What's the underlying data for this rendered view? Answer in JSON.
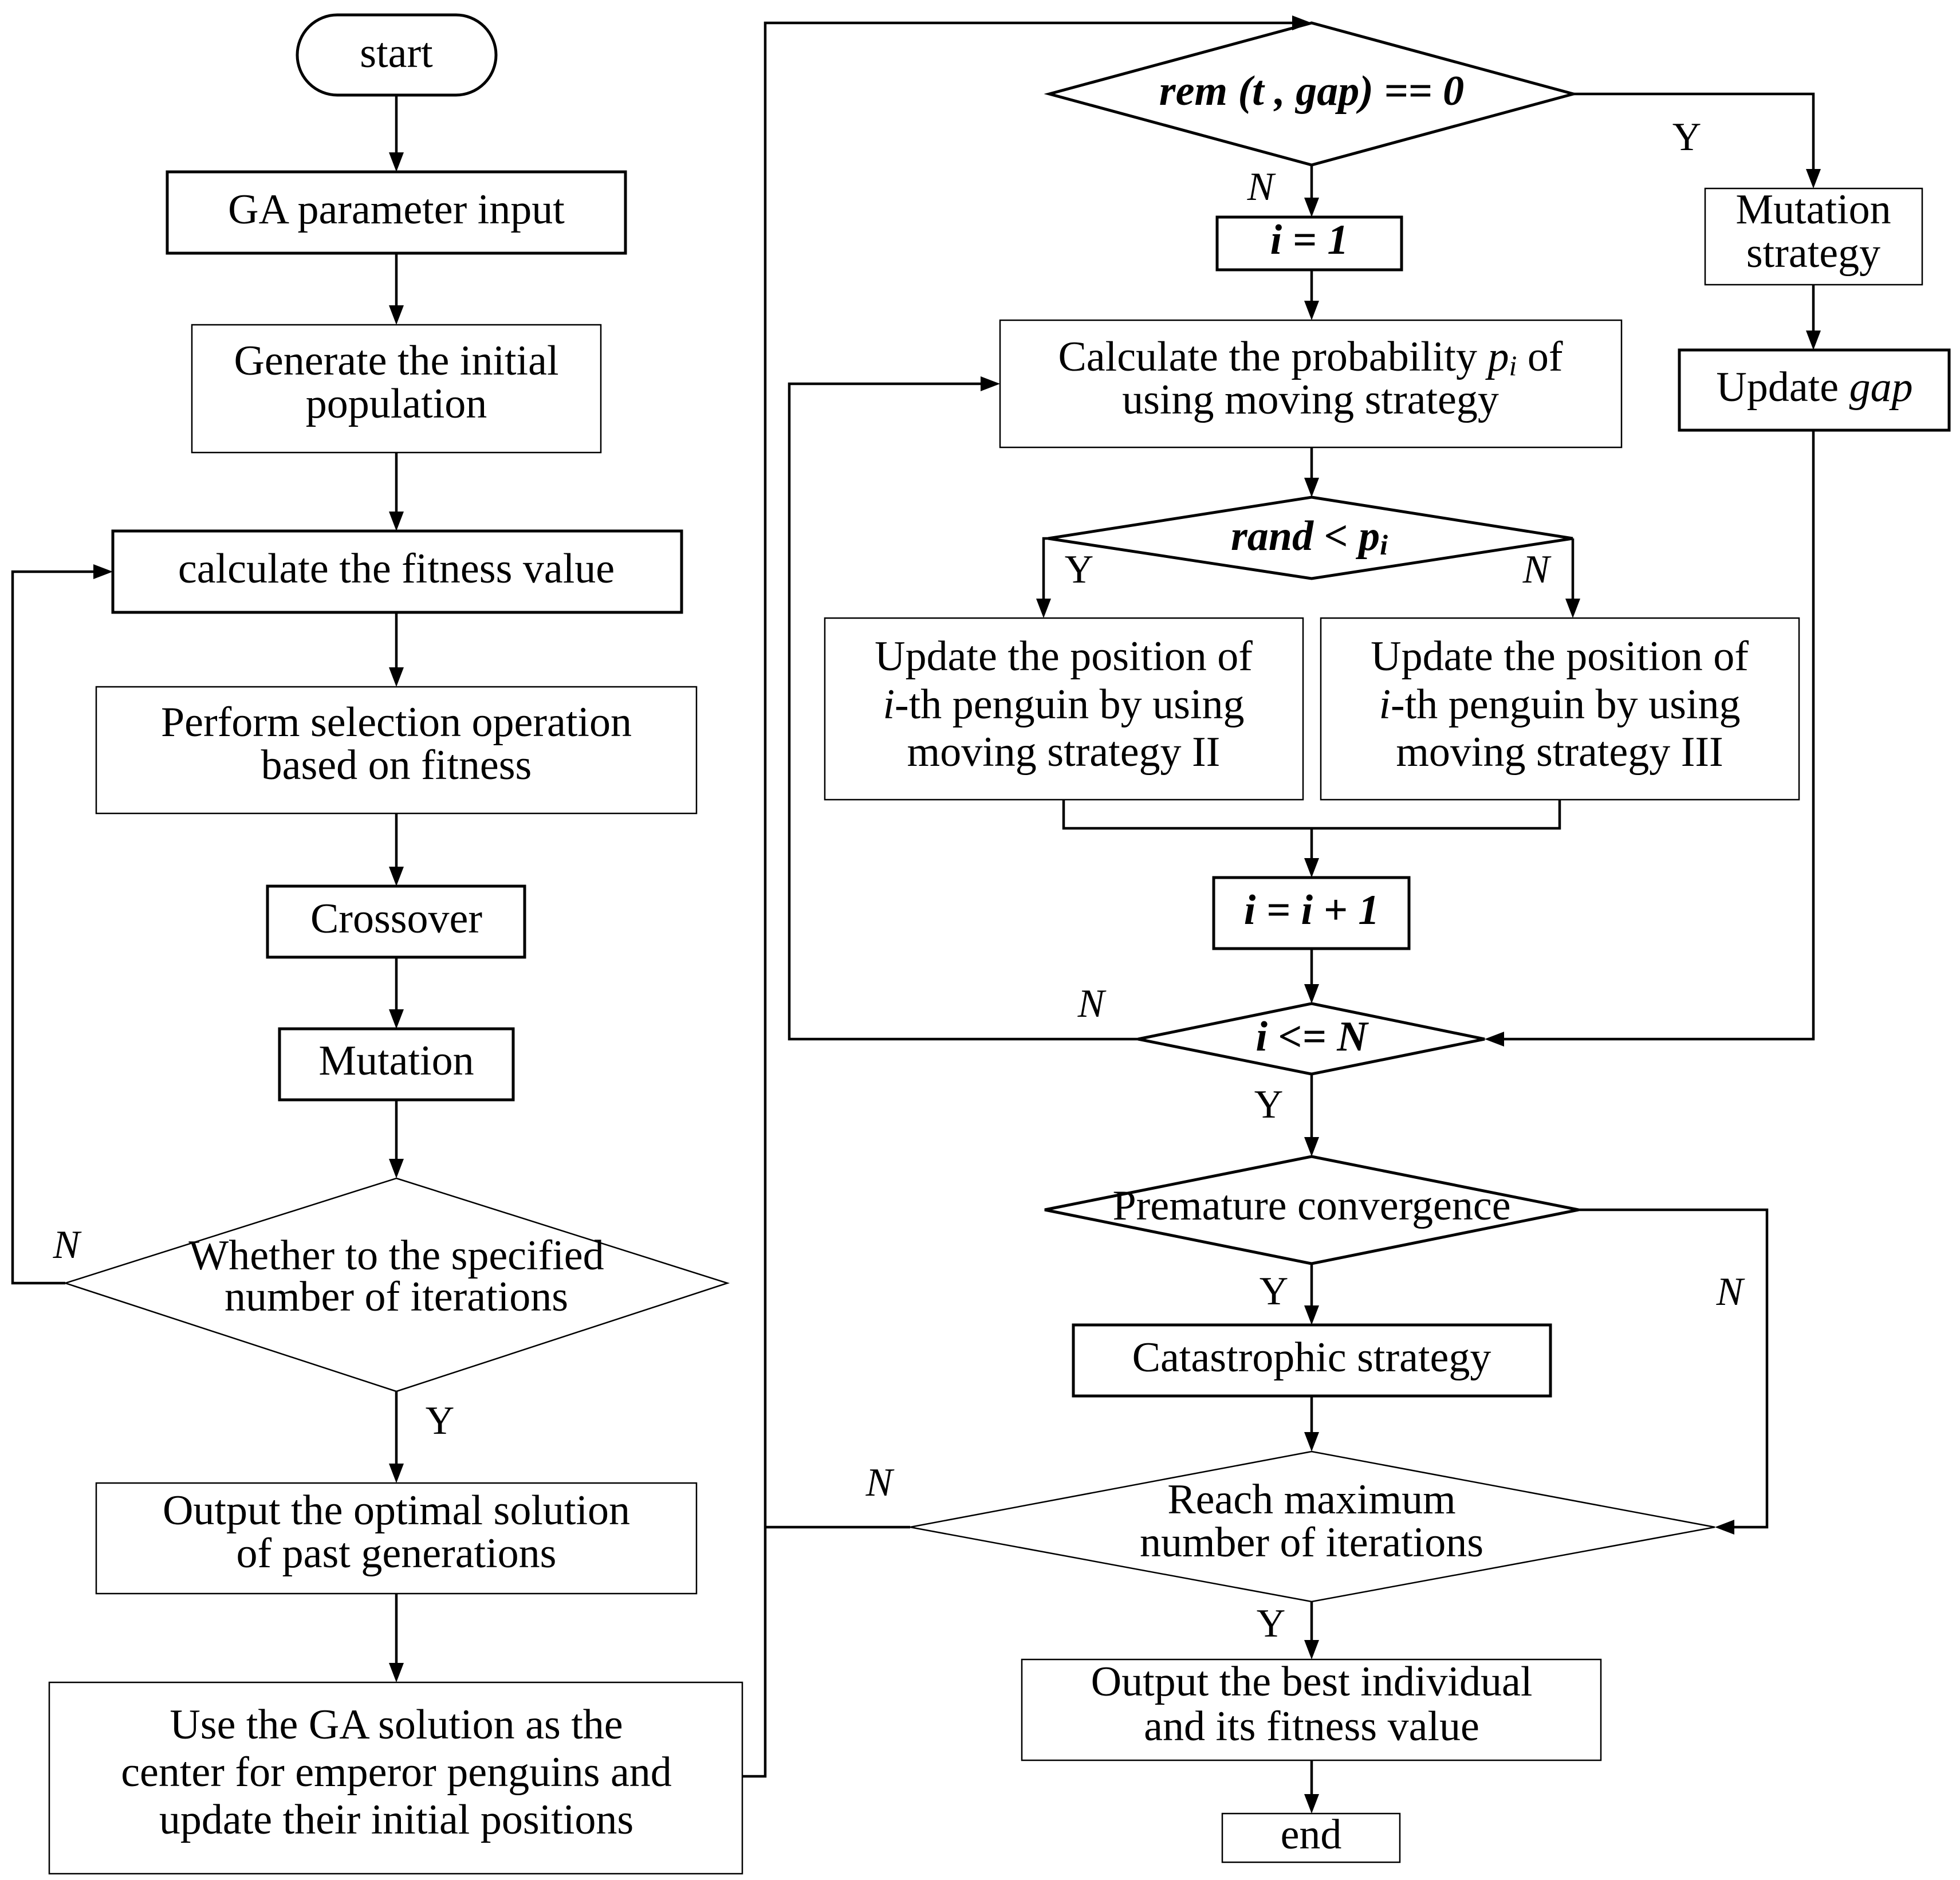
{
  "nodes": {
    "start": "start",
    "ga_param": "GA parameter input",
    "gen_init_1": "Generate the initial",
    "gen_init_2": "population",
    "calc_fit": "calculate the fitness value",
    "perform_sel_1": "Perform selection operation",
    "perform_sel_2": "based on fitness",
    "crossover": "Crossover",
    "mutation": "Mutation",
    "whether_1": "Whether to the specified",
    "whether_2": "number of iterations",
    "output_opt_1": "Output the optimal solution",
    "output_opt_2": "of past generations",
    "use_ga_1": "Use the GA solution as the",
    "use_ga_2": "center for emperor penguins and",
    "use_ga_3": "update their initial positions",
    "rem": "rem (t , gap) == 0",
    "i_eq_1": "i = 1",
    "mutation_strategy_1": "Mutation",
    "mutation_strategy_2": "strategy",
    "update_gap_pre": "Update ",
    "update_gap_var": "gap",
    "calc_prob_1_pre": "Calculate the probability ",
    "calc_prob_1_var": "p",
    "calc_prob_1_sub": "i",
    "calc_prob_1_post": " of",
    "calc_prob_2": "using moving strategy",
    "rand_pre": "rand < p",
    "rand_sub": "i",
    "update_ii_1": "Update the position of",
    "update_ii_2_var": "i",
    "update_ii_2_post": "-th penguin by using",
    "update_ii_3": "moving strategy II",
    "update_iii_1": "Update the position of",
    "update_iii_2_var": "i",
    "update_iii_2_post": "-th penguin by using",
    "update_iii_3": "moving strategy III",
    "i_plus": "i = i + 1",
    "i_le_n": "i <= N",
    "premature": "Premature convergence",
    "catastrophic": "Catastrophic strategy",
    "reach_1": "Reach maximum",
    "reach_2": "number of iterations",
    "output_best_1": "Output the best individual",
    "output_best_2": "and its fitness value",
    "end": "end"
  },
  "labels": {
    "whether_no": "N",
    "whether_yes": "Y",
    "rem_no": "N",
    "rem_yes": "Y",
    "rand_yes": "Y",
    "rand_no": "N",
    "ile_no": "N",
    "ile_yes": "Y",
    "premature_yes": "Y",
    "premature_no": "N",
    "reach_no": "N",
    "reach_yes": "Y"
  }
}
